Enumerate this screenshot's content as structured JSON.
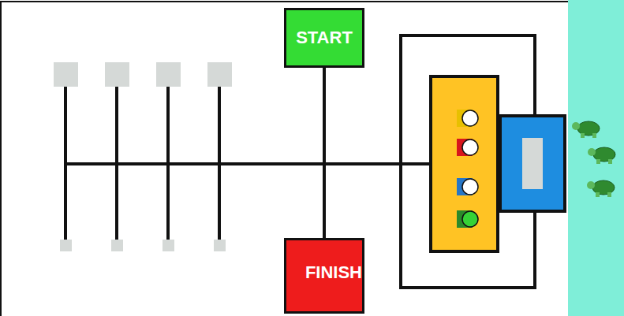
{
  "diagram": {
    "nodes": [
      {
        "text": [
          "START"
        ]
      },
      {
        "text": [
          "FINISH"
        ]
      }
    ],
    "edges": [
      {
        "from": 0,
        "to": 1,
        "arrow": "none"
      }
    ]
  }
}
